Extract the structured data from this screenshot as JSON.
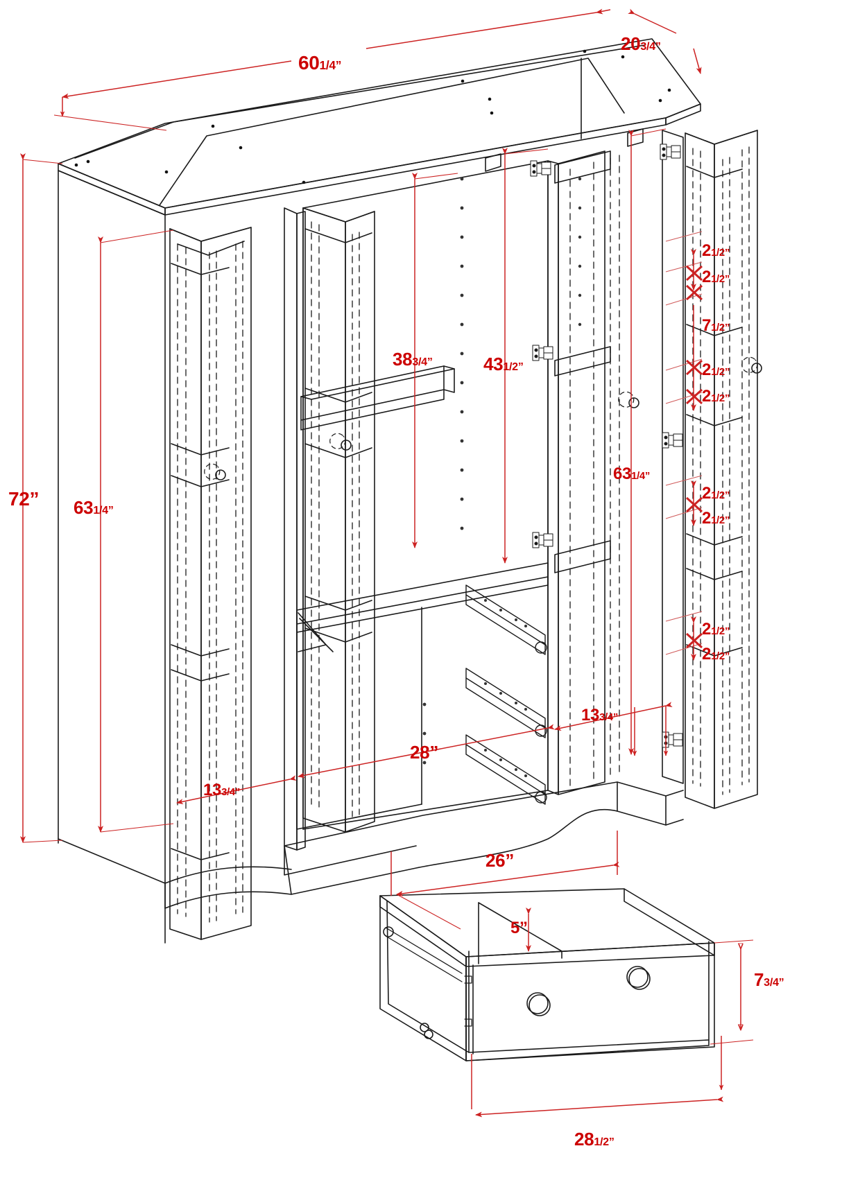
{
  "drawing": {
    "title": "Wardrobe cabinet assembly dimension drawing",
    "units": "inches",
    "dim_color": "#cc0000",
    "line_color": "#1a1a1a"
  },
  "dimensions": {
    "overall_width": {
      "whole": "60",
      "frac": "1/4”"
    },
    "overall_depth": {
      "whole": "20",
      "frac": "3/4”"
    },
    "overall_height": {
      "whole": "72”",
      "frac": ""
    },
    "side_panel_height_left": {
      "whole": "63",
      "frac": "1/4”"
    },
    "side_panel_height_right": {
      "whole": "63",
      "frac": "1/4”"
    },
    "center_opening_height": {
      "whole": "38",
      "frac": "3/4”"
    },
    "right_opening_height": {
      "whole": "43",
      "frac": "1/2”"
    },
    "left_compartment_width": {
      "whole": "13",
      "frac": "3/4”"
    },
    "center_compartment_width": {
      "whole": "28”",
      "frac": ""
    },
    "right_compartment_width": {
      "whole": "13",
      "frac": "3/4”"
    },
    "hinge_spacing_a": {
      "whole": "2",
      "frac": "1/2”"
    },
    "hinge_spacing_b": {
      "whole": "2",
      "frac": "1/2”"
    },
    "hinge_gap": {
      "whole": "7",
      "frac": "1/2”"
    },
    "hinge_spacing_c": {
      "whole": "2",
      "frac": "1/2”"
    },
    "hinge_spacing_d": {
      "whole": "2",
      "frac": "1/2”"
    },
    "hinge_spacing_e": {
      "whole": "2",
      "frac": "1/2”"
    },
    "hinge_spacing_f": {
      "whole": "2",
      "frac": "1/2”"
    },
    "hinge_spacing_g": {
      "whole": "2",
      "frac": "1/2”"
    },
    "hinge_spacing_h": {
      "whole": "2",
      "frac": "1/2”"
    },
    "drawer_inner_width": {
      "whole": "26”",
      "frac": ""
    },
    "drawer_inner_depth": {
      "whole": "5”",
      "frac": ""
    },
    "drawer_front_height": {
      "whole": "7",
      "frac": "3/4”"
    },
    "drawer_front_width": {
      "whole": "28",
      "frac": "1/2”"
    }
  }
}
